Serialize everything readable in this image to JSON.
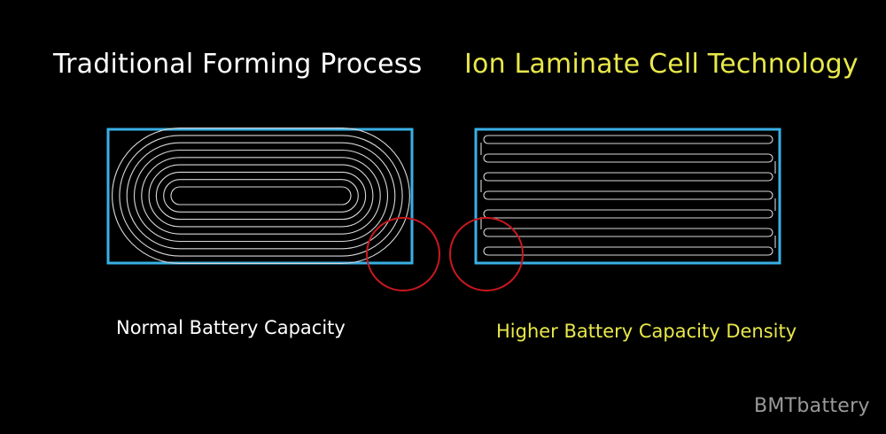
{
  "colors": {
    "background": "#000000",
    "white_text": "#ffffff",
    "yellow_text": "#e8e84a",
    "cell_border": "#3ab0e6",
    "winding_lines": "#d8d8d8",
    "highlight_circle": "#c8181e",
    "watermark": "#9a9a9a"
  },
  "left_panel": {
    "title": "Traditional Forming Process",
    "caption": "Normal Battery Capacity"
  },
  "right_panel": {
    "title": "Ion Laminate Cell Technology",
    "caption": "Higher Battery Capacity Density"
  },
  "watermark": "BMTbattery"
}
